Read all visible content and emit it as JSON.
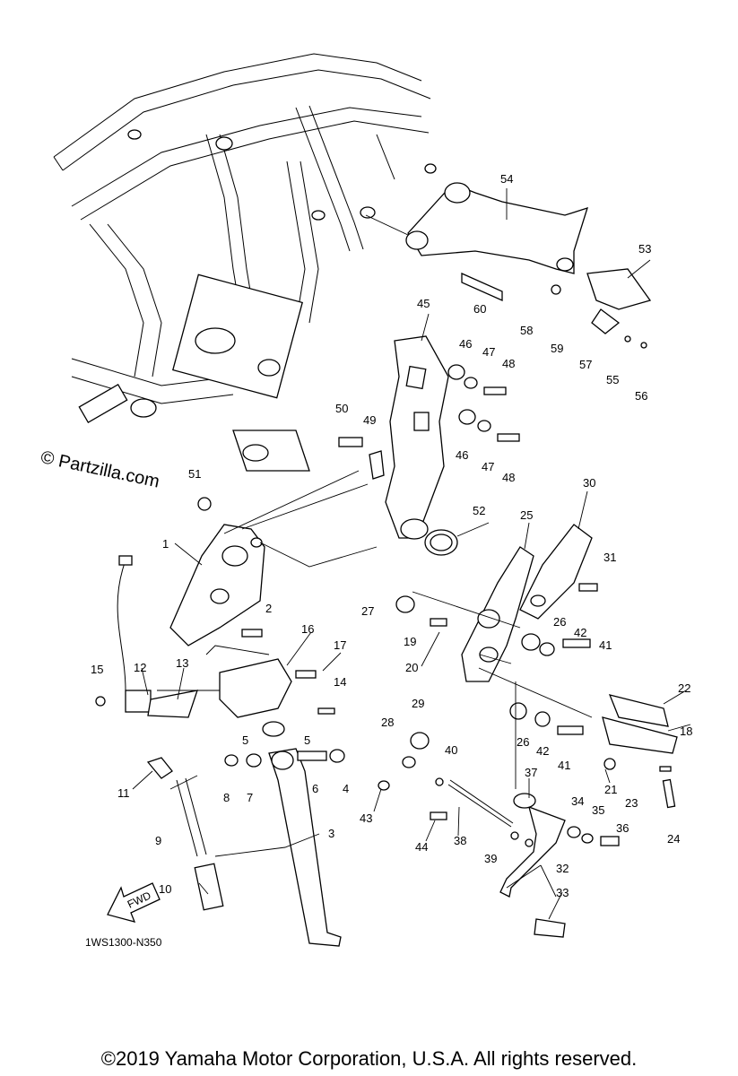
{
  "watermark": "© Partzilla.com",
  "diagram_code": "1WS1300-N350",
  "fwd_label": "FWD",
  "copyright": "©2019 Yamaha Motor Corporation, U.S.A. All rights reserved.",
  "callouts": [
    "1",
    "2",
    "3",
    "4",
    "5",
    "5",
    "6",
    "7",
    "8",
    "9",
    "10",
    "11",
    "12",
    "13",
    "14",
    "15",
    "16",
    "17",
    "18",
    "19",
    "20",
    "21",
    "22",
    "23",
    "24",
    "25",
    "26",
    "26",
    "27",
    "28",
    "29",
    "30",
    "31",
    "32",
    "33",
    "34",
    "35",
    "36",
    "37",
    "38",
    "39",
    "40",
    "41",
    "41",
    "42",
    "42",
    "43",
    "44",
    "45",
    "46",
    "46",
    "47",
    "47",
    "48",
    "48",
    "49",
    "50",
    "51",
    "52",
    "53",
    "54",
    "55",
    "56",
    "57",
    "58",
    "59",
    "60"
  ]
}
